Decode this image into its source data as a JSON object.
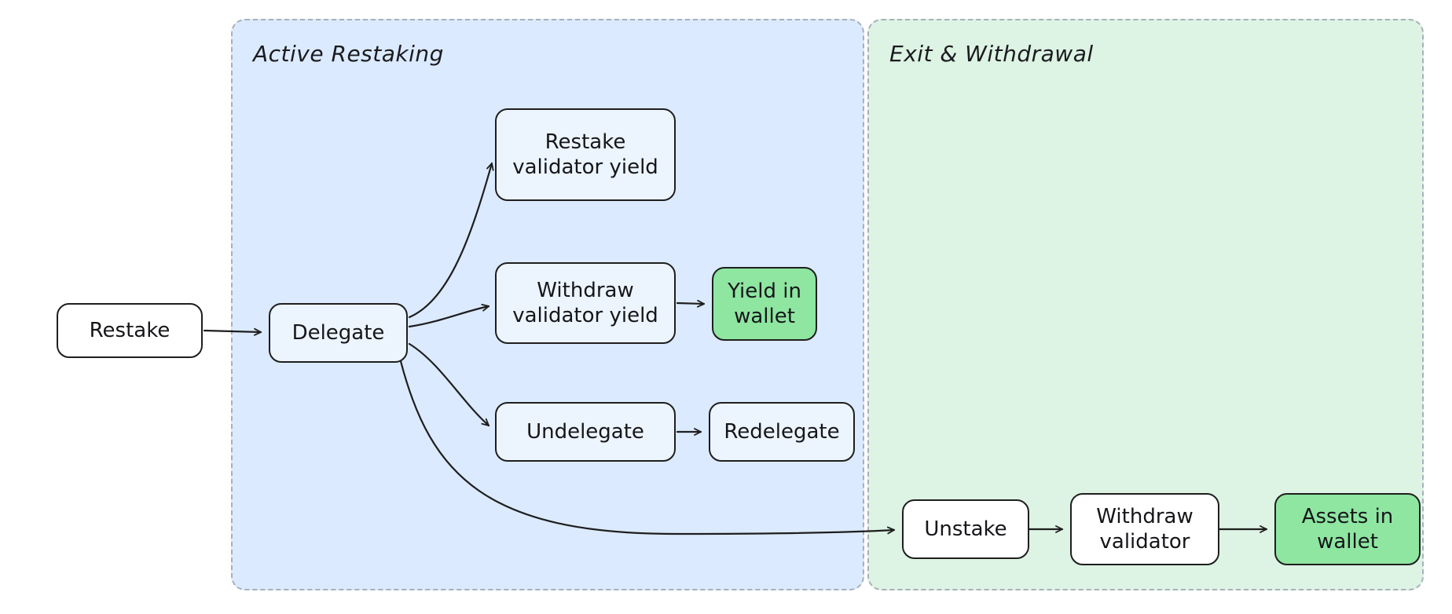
{
  "regions": {
    "active": {
      "label": "Active Restaking",
      "bg": "#dbeafe"
    },
    "exit": {
      "label": "Exit & Withdrawal",
      "bg": "#ddf3e4"
    }
  },
  "nodes": {
    "restake": {
      "label": "Restake"
    },
    "delegate": {
      "label": "Delegate"
    },
    "restake_validator_yield": {
      "label": "Restake validator yield"
    },
    "withdraw_validator_yield": {
      "label": "Withdraw validator yield"
    },
    "yield_in_wallet": {
      "label": "Yield in wallet"
    },
    "undelegate": {
      "label": "Undelegate"
    },
    "redelegate": {
      "label": "Redelegate"
    },
    "unstake": {
      "label": "Unstake"
    },
    "withdraw_validator": {
      "label": "Withdraw validator"
    },
    "assets_in_wallet": {
      "label": "Assets in wallet"
    }
  },
  "edges": [
    {
      "from": "restake",
      "to": "delegate"
    },
    {
      "from": "delegate",
      "to": "restake_validator_yield"
    },
    {
      "from": "delegate",
      "to": "withdraw_validator_yield"
    },
    {
      "from": "delegate",
      "to": "undelegate"
    },
    {
      "from": "delegate",
      "to": "unstake"
    },
    {
      "from": "withdraw_validator_yield",
      "to": "yield_in_wallet"
    },
    {
      "from": "undelegate",
      "to": "redelegate"
    },
    {
      "from": "unstake",
      "to": "withdraw_validator"
    },
    {
      "from": "withdraw_validator",
      "to": "assets_in_wallet"
    }
  ],
  "colors": {
    "node_border": "#1e1e1e",
    "blue_region_fill": "#dbeafe",
    "green_region_fill": "#ddf3e4",
    "blue_node_fill": "#ecf4fd",
    "green_node_fill": "#8ee6a1",
    "white_node_fill": "#ffffff",
    "edge_stroke": "#1e1e1e"
  }
}
